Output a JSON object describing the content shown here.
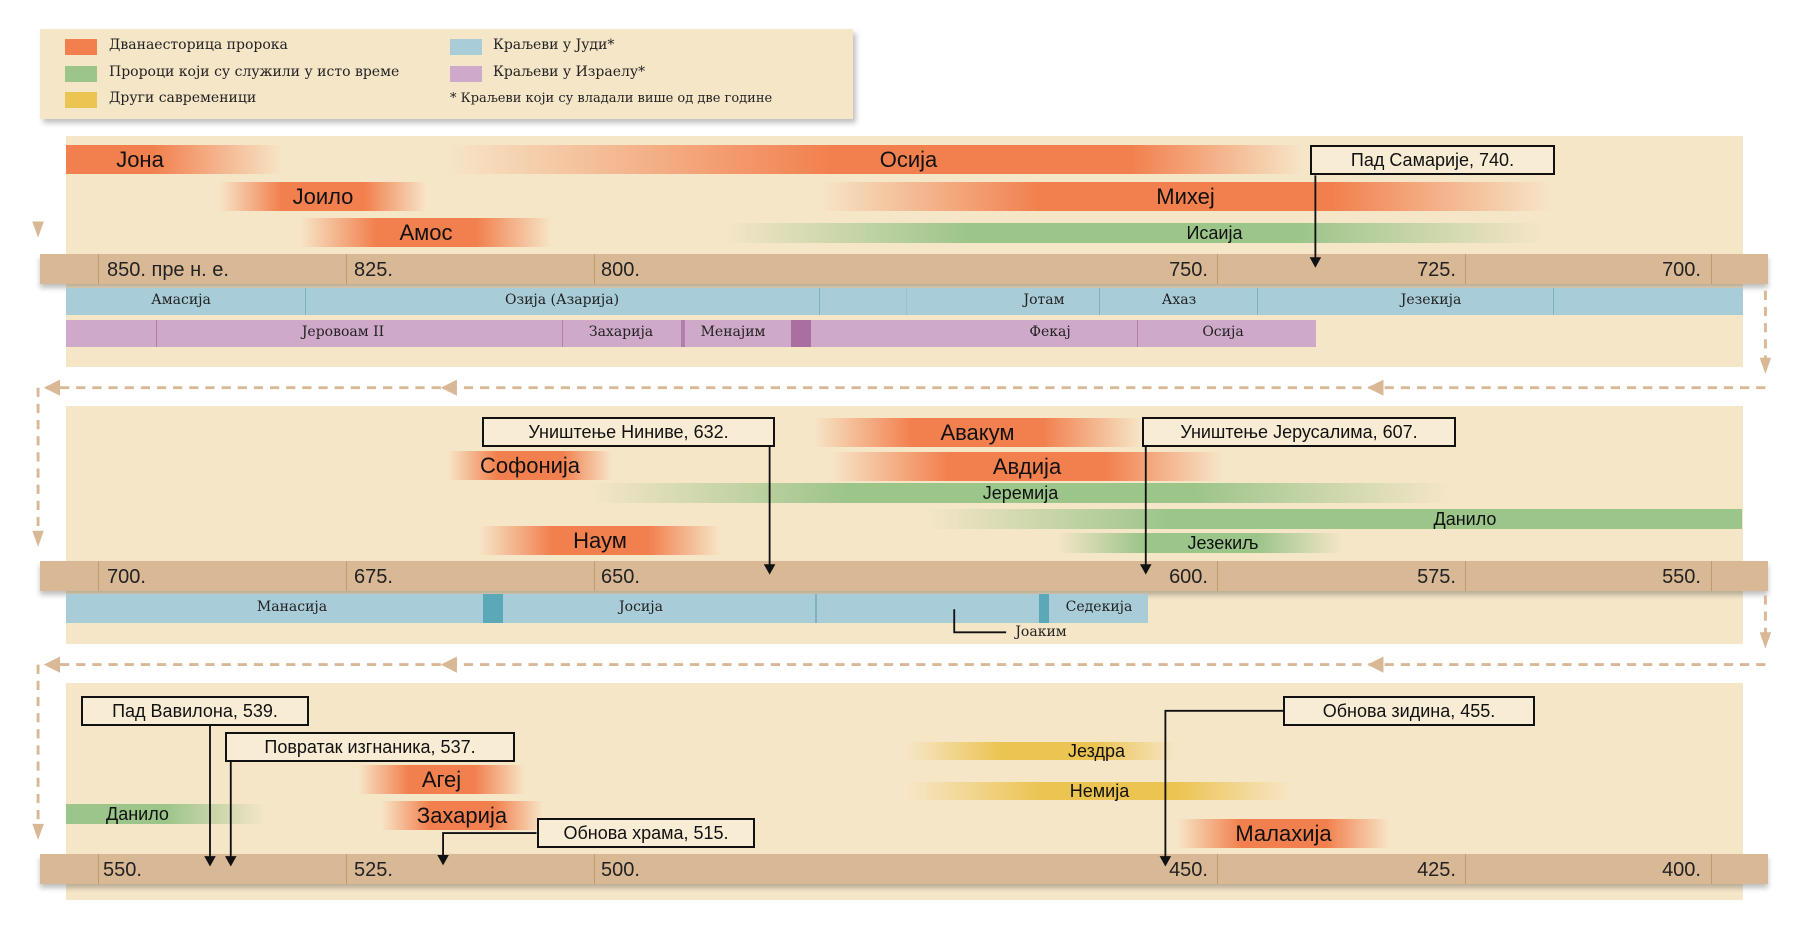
{
  "legend": {
    "items": [
      {
        "label": "Дванаесторица пророка",
        "color": "#f2804e"
      },
      {
        "label": "Пророци који су служили у исто време",
        "color": "#9cc58a"
      },
      {
        "label": "Други савременици",
        "color": "#ecc452"
      },
      {
        "label": "Краљеви у Јуди*",
        "color": "#a8ccd8"
      },
      {
        "label": "Краљеви у Израелу*",
        "color": "#cfa9c9"
      }
    ],
    "note": "* Краљеви који су владали више од две године"
  },
  "panel1": {
    "ticks": [
      "850. пре н. е.",
      "825.",
      "800.",
      "750.",
      "725.",
      "700."
    ],
    "prophets": [
      "Јона",
      "Осија",
      "Јоило",
      "Михеј",
      "Амос",
      "Исаија"
    ],
    "events": [
      "Пад Самарије, 740."
    ],
    "judah_kings": [
      "Амасија",
      "Озија (Азарија)",
      "Јотам",
      "Ахаз",
      "Језекија"
    ],
    "israel_kings": [
      "Јеровоам II",
      "Захарија",
      "Менајим",
      "Фекај",
      "Осија"
    ]
  },
  "panel2": {
    "ticks": [
      "700.",
      "675.",
      "650.",
      "600.",
      "575.",
      "550."
    ],
    "prophets": [
      "Авакум",
      "Софонија",
      "Авдија",
      "Јеремија",
      "Данило",
      "Језекиљ",
      "Наум"
    ],
    "events": [
      "Уништење Ниниве, 632.",
      "Уништење Јерусалима, 607."
    ],
    "judah_kings": [
      "Манасија",
      "Јосија",
      "Седекија",
      "Јоаким"
    ]
  },
  "panel3": {
    "ticks": [
      "550.",
      "525.",
      "500.",
      "450.",
      "425.",
      "400."
    ],
    "prophets": [
      "Агеј",
      "Данило",
      "Захарија",
      "Малахија"
    ],
    "contemporaries": [
      "Јездра",
      "Немија"
    ],
    "events": [
      "Пад Вавилона, 539.",
      "Повратак изгнаника, 537.",
      "Обнова храма, 515.",
      "Обнова зидина, 455."
    ]
  }
}
